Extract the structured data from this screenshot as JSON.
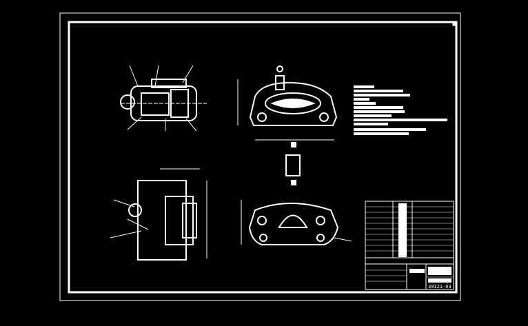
{
  "drawing": {
    "background": "#000000",
    "line_color": "#ffffff",
    "title_block": {
      "drawing_number": "30121-03"
    },
    "notes_lines": 12,
    "views": [
      "top-view",
      "front-view",
      "side-view",
      "bottom-view"
    ]
  }
}
